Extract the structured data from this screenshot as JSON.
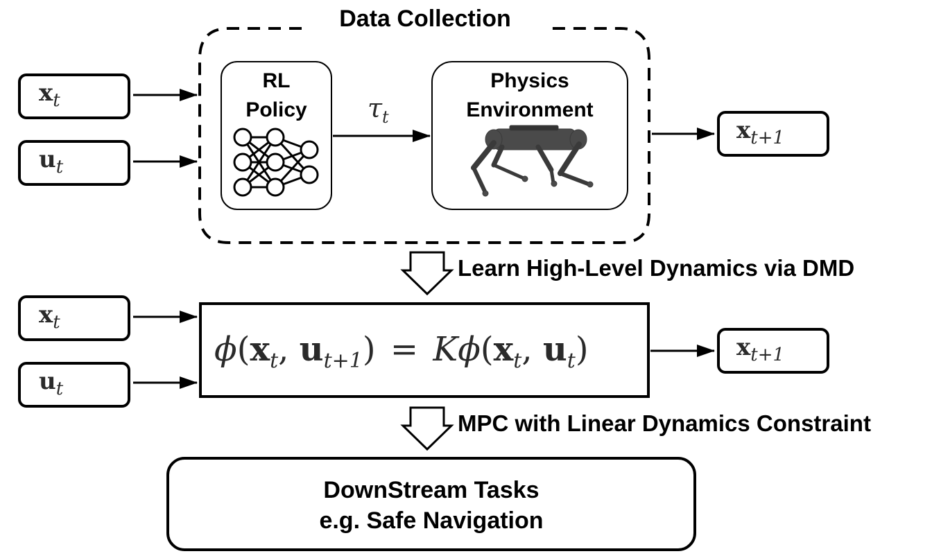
{
  "data_collection": {
    "title": "Data Collection",
    "rl_policy": {
      "line1": "RL",
      "line2": "Policy",
      "icon": "neural-network-icon"
    },
    "torque_label": {
      "base": "τ",
      "sub": "t"
    },
    "physics_env": {
      "line1": "Physics",
      "line2": "Environment",
      "icon": "quadruped-robot-icon"
    }
  },
  "top_inputs": [
    {
      "base": "x",
      "sub": "t"
    },
    {
      "base": "u",
      "sub": "t"
    }
  ],
  "top_output": {
    "base": "x",
    "sub": "t+1"
  },
  "step1_label": "Learn High-Level Dynamics via DMD",
  "middle_inputs": [
    {
      "base": "x",
      "sub": "t"
    },
    {
      "base": "u",
      "sub": "t"
    }
  ],
  "equation": {
    "lhs_phi": "ϕ",
    "lhs_args_open": "(",
    "x": "x",
    "x_sub": "t",
    "comma": ",",
    "u": "u",
    "u_sub_lhs": "t+1",
    "close": ")",
    "equals": "=",
    "K": "K",
    "rhs_phi": "ϕ",
    "u_sub_rhs": "t"
  },
  "middle_output": {
    "base": "x",
    "sub": "t+1"
  },
  "step2_label": "MPC with Linear Dynamics Constraint",
  "downstream": {
    "line1": "DownStream Tasks",
    "line2": "e.g. Safe Navigation"
  },
  "colors": {
    "stroke": "#000000",
    "math_text": "#2a2a2a",
    "robot_body": "#4a4a4a"
  }
}
